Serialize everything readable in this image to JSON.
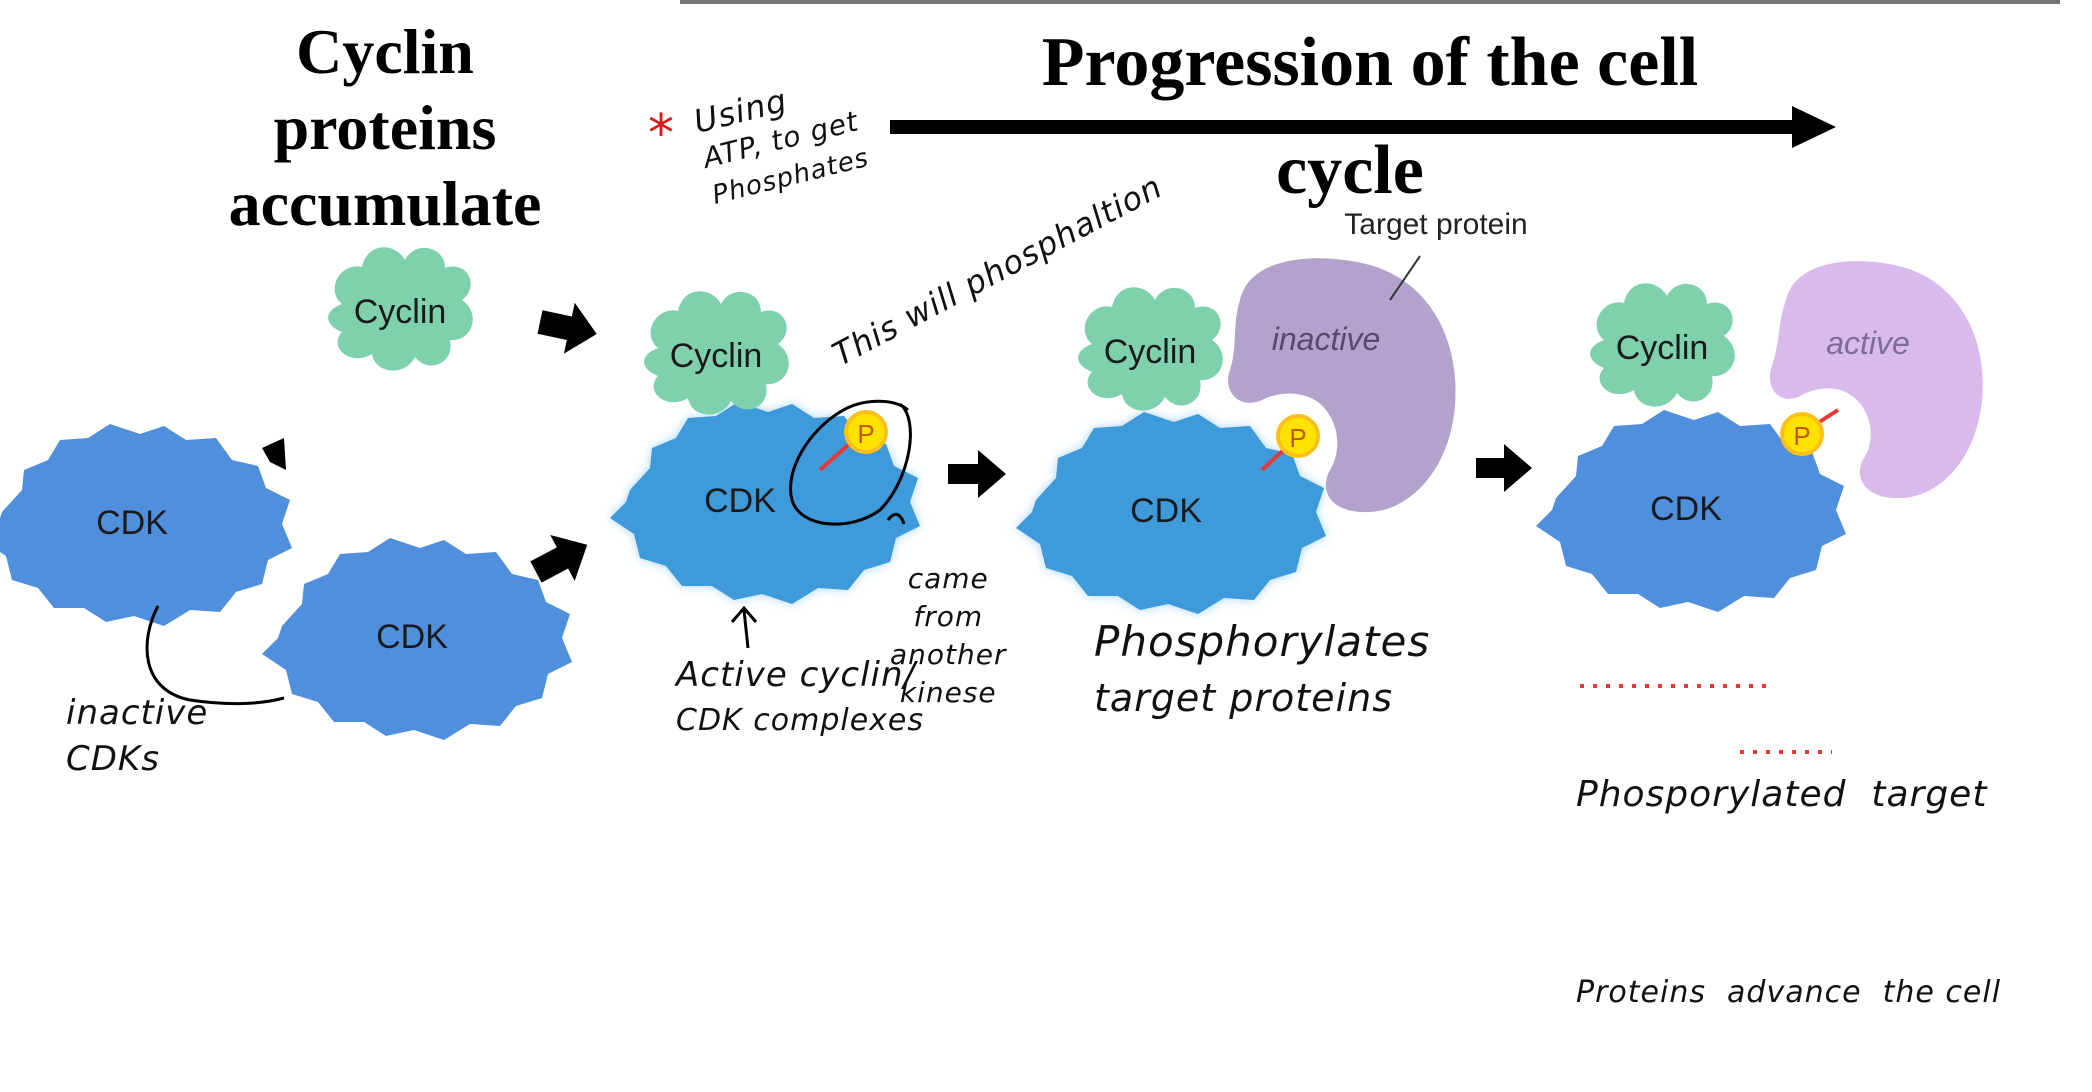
{
  "titles": {
    "left": [
      "Cyclin",
      "proteins",
      "accumulate"
    ],
    "main": "Progression of the cell",
    "main_cont": "cycle"
  },
  "diagram": {
    "cyclin_label": "Cyclin",
    "cdk_label": "CDK",
    "p_label": "P",
    "target_protein_label": "Target protein",
    "inactive_label": "inactive",
    "active_label": "active"
  },
  "annotations": {
    "asterisk": "*",
    "atp_note": [
      "Using",
      "ATP, to get",
      "Phosphates"
    ],
    "phosphorylation_note": "This will phosphaltion",
    "came_from": [
      "came",
      "from",
      "another",
      "kinese"
    ],
    "active_complex": [
      "Active cyclin/",
      "CDK complexes"
    ],
    "inactive_cdks": [
      "inactive",
      "CDKs"
    ],
    "phosphorylates": [
      "Phosphorylates",
      "target proteins"
    ],
    "phosphorylated": [
      "Phosporylated  target",
      "Proteins  advance  the cell"
    ]
  },
  "colors": {
    "cyclin_fill": "#7fd1ad",
    "cdk_fill": "#4f8fdc",
    "cdk_glow": "#a9d4f5",
    "phosphate": "#ffe200",
    "target_inactive": "#b3a3cc",
    "target_active": "#d9baed",
    "link": "#e53935"
  }
}
